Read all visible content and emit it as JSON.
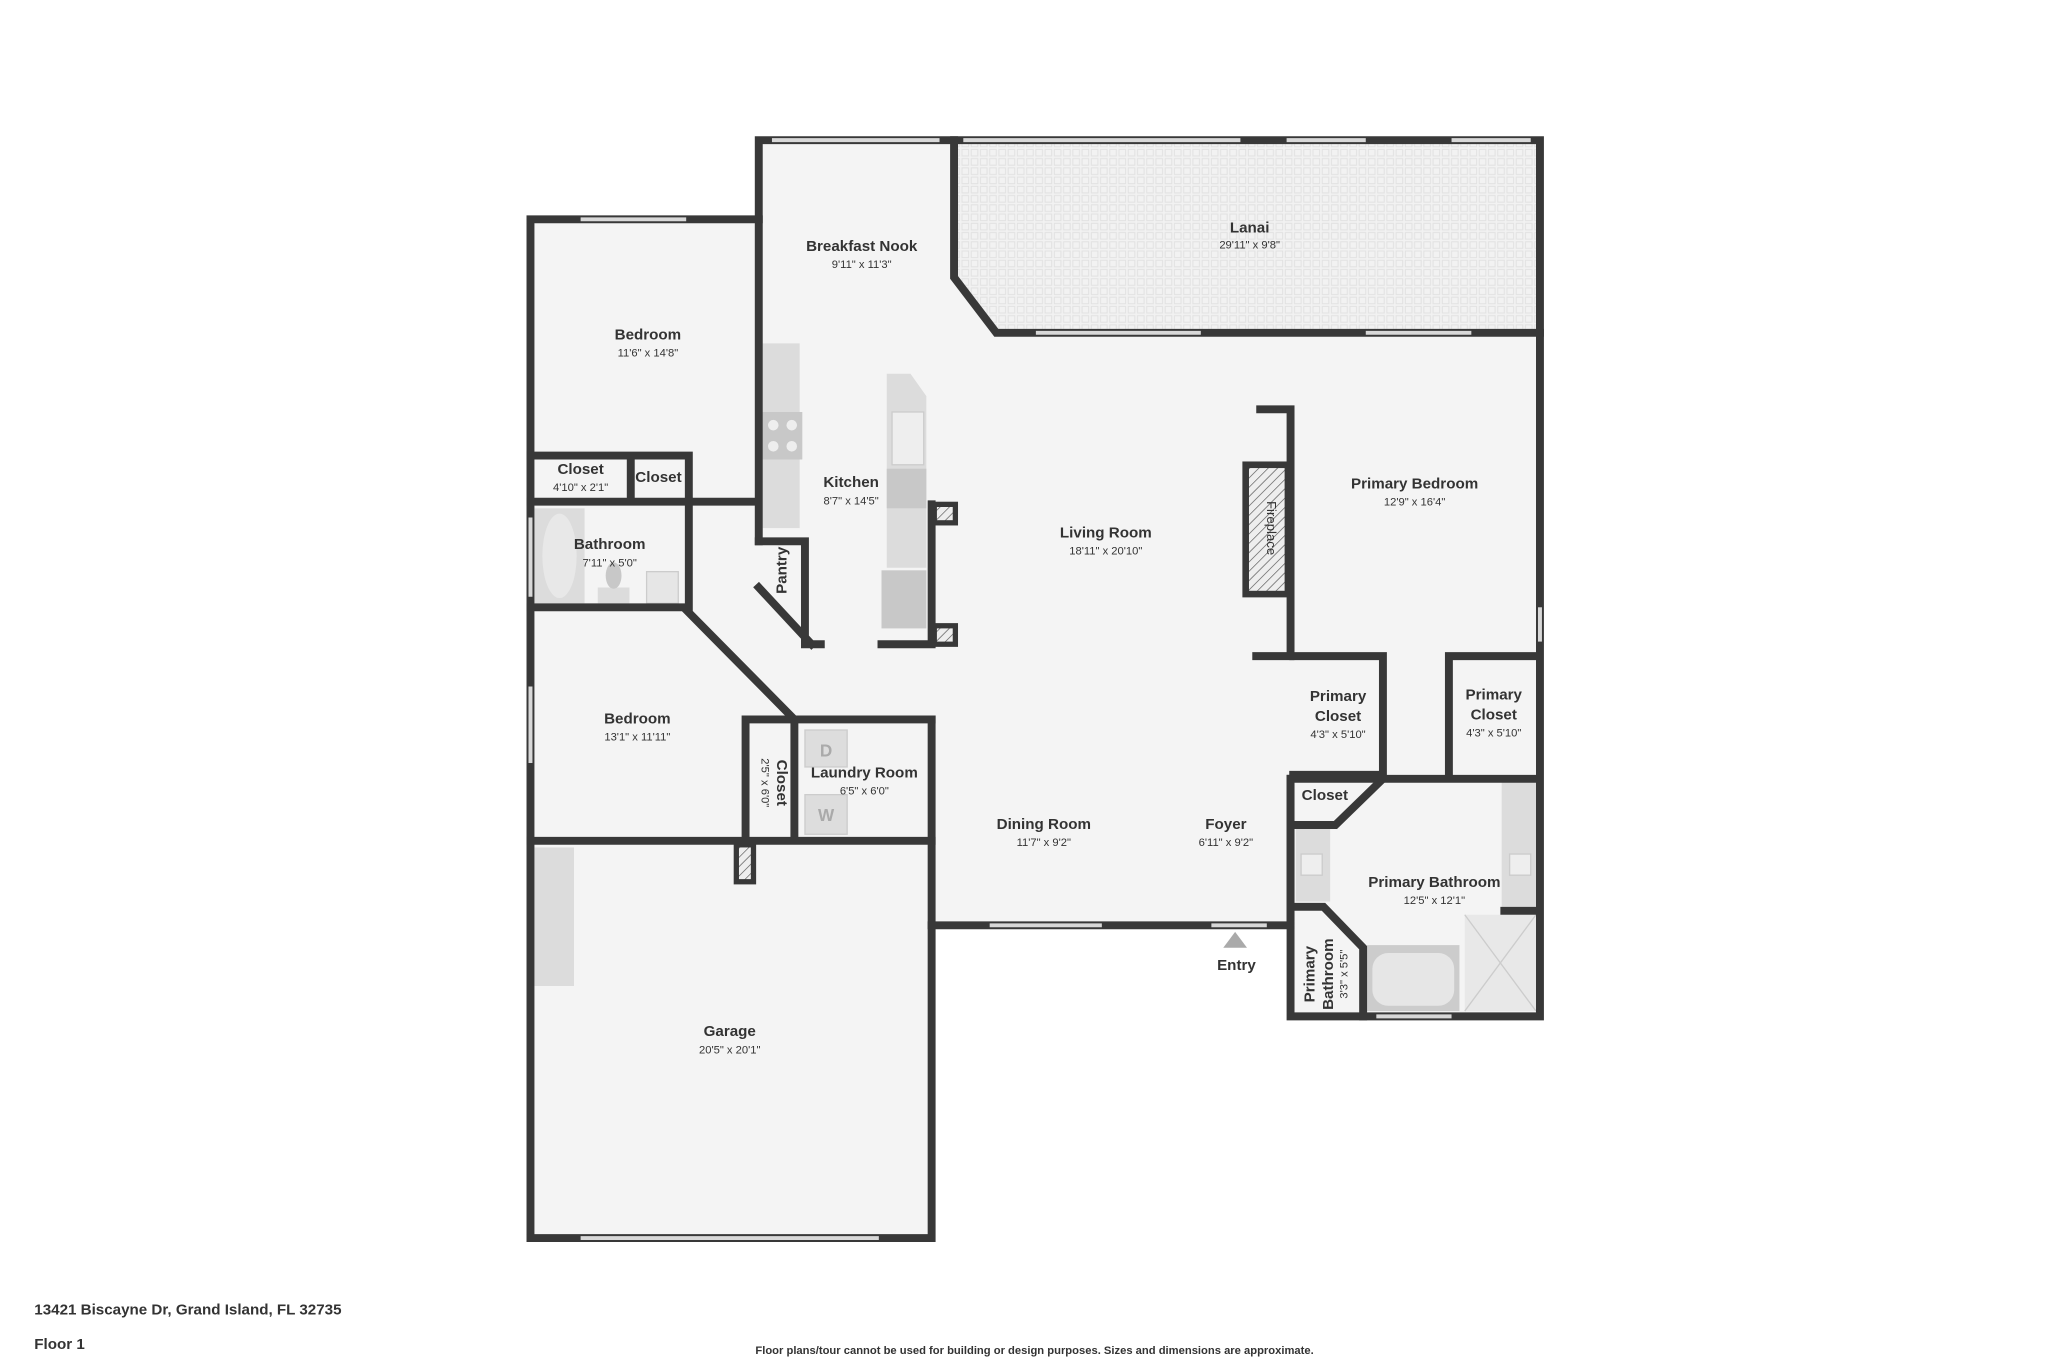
{
  "address": "13421 Biscayne Dr, Grand Island, FL 32735",
  "floor": "Floor 1",
  "disclaimer": "Floor plans/tour cannot be used for building or design purposes. Sizes and dimensions are approximate.",
  "entry_label": "Entry",
  "fixtures": {
    "dryer": "D",
    "washer": "W",
    "fireplace": "Fireplace"
  },
  "colors": {
    "wall": "#383838",
    "floor": "#f4f4f4",
    "fixture": "#dcdcdc"
  },
  "rooms": {
    "breakfast_nook": {
      "name": "Breakfast Nook",
      "dims": "9'11\" x 11'3\""
    },
    "lanai": {
      "name": "Lanai",
      "dims": "29'11\" x 9'8\""
    },
    "bedroom_1": {
      "name": "Bedroom",
      "dims": "11'6\" x 14'8\""
    },
    "closet_1": {
      "name": "Closet",
      "dims": "4'10\" x 2'1\""
    },
    "closet_2": {
      "name": "Closet"
    },
    "bathroom": {
      "name": "Bathroom",
      "dims": "7'11\" x 5'0\""
    },
    "kitchen": {
      "name": "Kitchen",
      "dims": "8'7\" x 14'5\""
    },
    "pantry": {
      "name": "Pantry"
    },
    "living_room": {
      "name": "Living Room",
      "dims": "18'11\" x 20'10\""
    },
    "primary_bedroom": {
      "name": "Primary Bedroom",
      "dims": "12'9\" x 16'4\""
    },
    "bedroom_2": {
      "name": "Bedroom",
      "dims": "13'1\" x 11'11\""
    },
    "closet_3": {
      "name": "Closet",
      "dims": "2'5\" x 6'0\""
    },
    "laundry_room": {
      "name": "Laundry Room",
      "dims": "6'5\" x 6'0\""
    },
    "dining_room": {
      "name": "Dining Room",
      "dims": "11'7\" x 9'2\""
    },
    "foyer": {
      "name": "Foyer",
      "dims": "6'11\" x 9'2\""
    },
    "primary_closet_1": {
      "name1": "Primary",
      "name2": "Closet",
      "dims": "4'3\" x 5'10\""
    },
    "primary_closet_2": {
      "name1": "Primary",
      "name2": "Closet",
      "dims": "4'3\" x 5'10\""
    },
    "closet_4": {
      "name": "Closet"
    },
    "primary_bathroom": {
      "name": "Primary Bathroom",
      "dims": "12'5\" x 12'1\""
    },
    "primary_bathroom_2": {
      "name1": "Primary",
      "name2": "Bathroom",
      "dims": "3'3\" x 5'5\""
    },
    "garage": {
      "name": "Garage",
      "dims": "20'5\" x 20'1\""
    }
  }
}
